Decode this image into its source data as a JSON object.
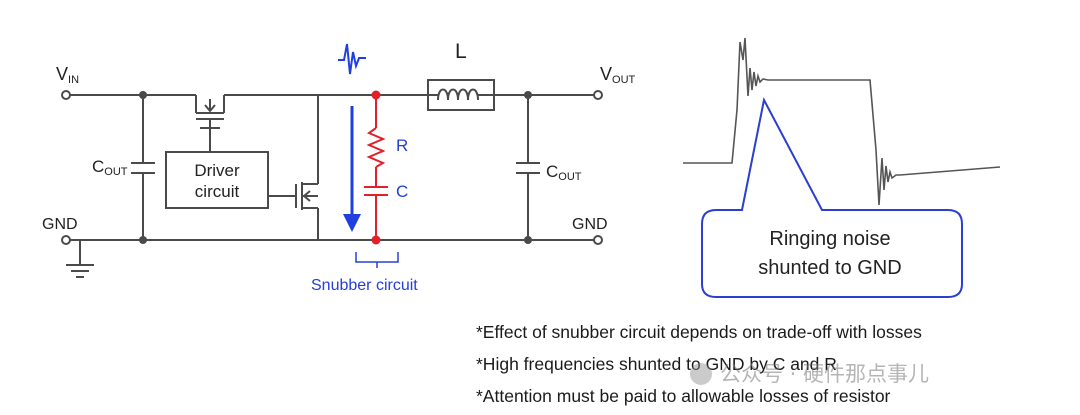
{
  "colors": {
    "wire": "#4a4a4a",
    "snubber": "#e0202a",
    "arrow": "#1f3fe0",
    "callout": "#2a3fd0",
    "label_blue": "#2540d8"
  },
  "circuit": {
    "vin_main": "V",
    "vin_sub": "IN",
    "vout_main": "V",
    "vout_sub": "OUT",
    "gnd_left": "GND",
    "gnd_right": "GND",
    "cout_left_main": "C",
    "cout_left_sub": "OUT",
    "cout_right_main": "C",
    "cout_right_sub": "OUT",
    "inductor_label": "L",
    "driver_line1": "Driver",
    "driver_line2": "circuit",
    "resistor_label": "R",
    "capacitor_label": "C",
    "snubber_label": "Snubber circuit"
  },
  "waveform": {
    "callout_line1": "Ringing noise",
    "callout_line2": "shunted to GND"
  },
  "notes": [
    "*Effect of snubber circuit depends on trade-off with losses",
    "*High frequencies shunted to GND by C and R",
    "*Attention must be paid to allowable losses of resistor"
  ],
  "watermark": "公众号 · 硬件那点事儿"
}
